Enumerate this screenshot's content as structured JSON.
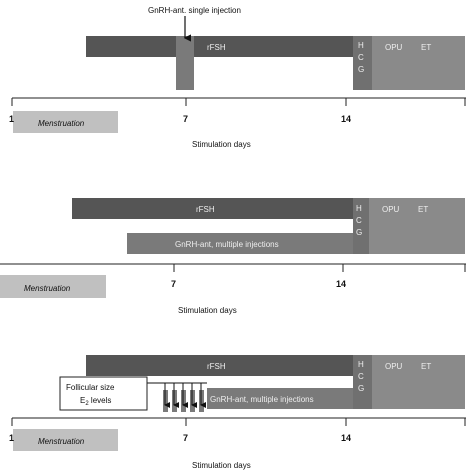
{
  "colors": {
    "rfsh_bar": "#555555",
    "phase_bar": "#8a8a8a",
    "menstruation_bar": "#c0c0c0",
    "antagonist_bar": "#7a7a7a",
    "axis": "#222222"
  },
  "panel_1": {
    "annotation": "GnRH-ant. single injection",
    "rfsh": "rFSH",
    "hcg": [
      "H",
      "C",
      "G"
    ],
    "opu": "OPU",
    "et": "ET",
    "menstruation": "Menstruation",
    "ticks": [
      "1",
      "7",
      "14"
    ],
    "axis_label": "Stimulation days"
  },
  "panel_2": {
    "rfsh": "rFSH",
    "antagonist": "GnRH-ant, multiple injections",
    "hcg": [
      "H",
      "C",
      "G"
    ],
    "opu": "OPU",
    "et": "ET",
    "menstruation": "Menstruation",
    "ticks": [
      "7",
      "14"
    ],
    "axis_label": "Stimulation days"
  },
  "panel_3": {
    "rfsh": "rFSH",
    "antagonist": "GnRH-ant, multiple injections",
    "hcg": [
      "H",
      "C",
      "G"
    ],
    "opu": "OPU",
    "et": "ET",
    "monitor_line1": "Follicular size",
    "monitor_line2_main": "E",
    "monitor_line2_sub": "2",
    "monitor_line2_rest": " levels",
    "menstruation": "Menstruation",
    "ticks": [
      "1",
      "7",
      "14"
    ],
    "axis_label": "Stimulation days"
  }
}
